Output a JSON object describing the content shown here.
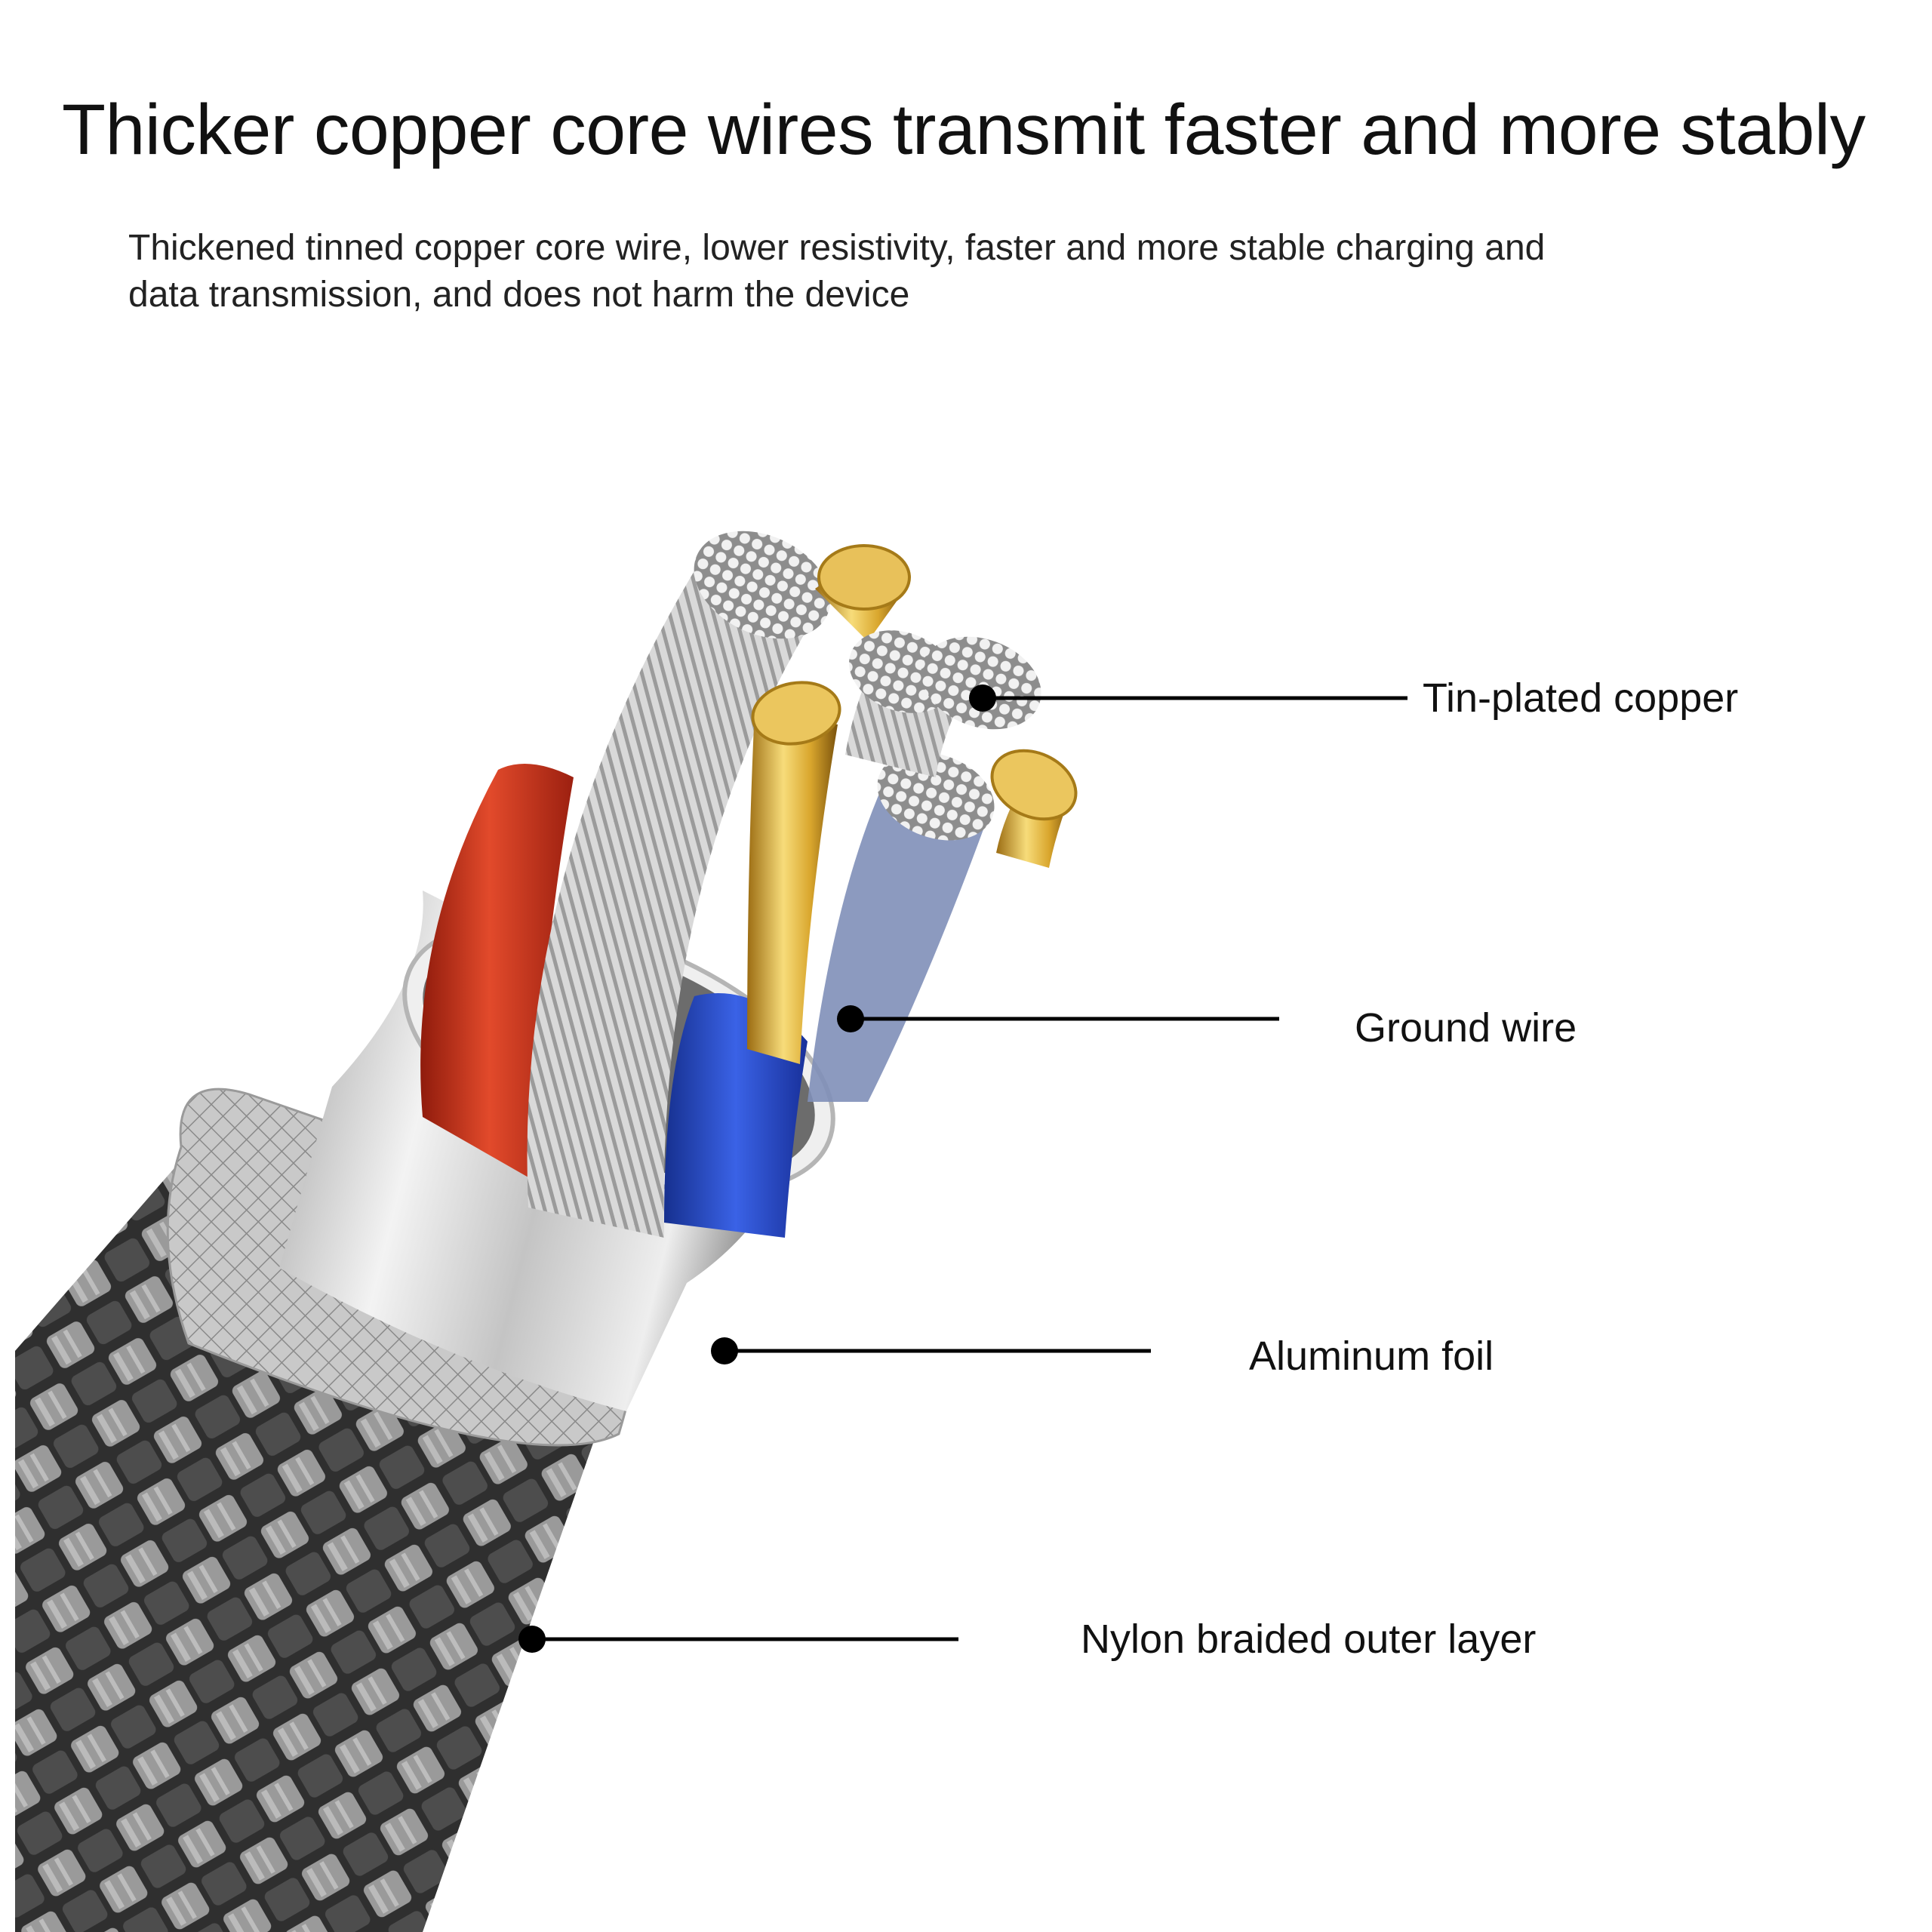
{
  "heading": {
    "title": "Thicker copper core wires transmit faster and more stably",
    "subtitle": "Thickened tinned copper core wire, lower resistivity, faster and more stable charging and data transmission, and does not harm the device"
  },
  "callouts": [
    {
      "label": "Tin-plated copper"
    },
    {
      "label": "Ground wire"
    },
    {
      "label": "Aluminum foil"
    },
    {
      "label": "Nylon braided outer layer"
    }
  ],
  "colors": {
    "braid_dark": "#3a3a3a",
    "braid_light": "#b9b9b9",
    "sleeve_silver": "#d8d8d8",
    "red_insulation": "#d23a22",
    "blue_insulation": "#2448c8",
    "gold_core": "#e0b74a",
    "tinned_strand": "#e8e8e8"
  }
}
